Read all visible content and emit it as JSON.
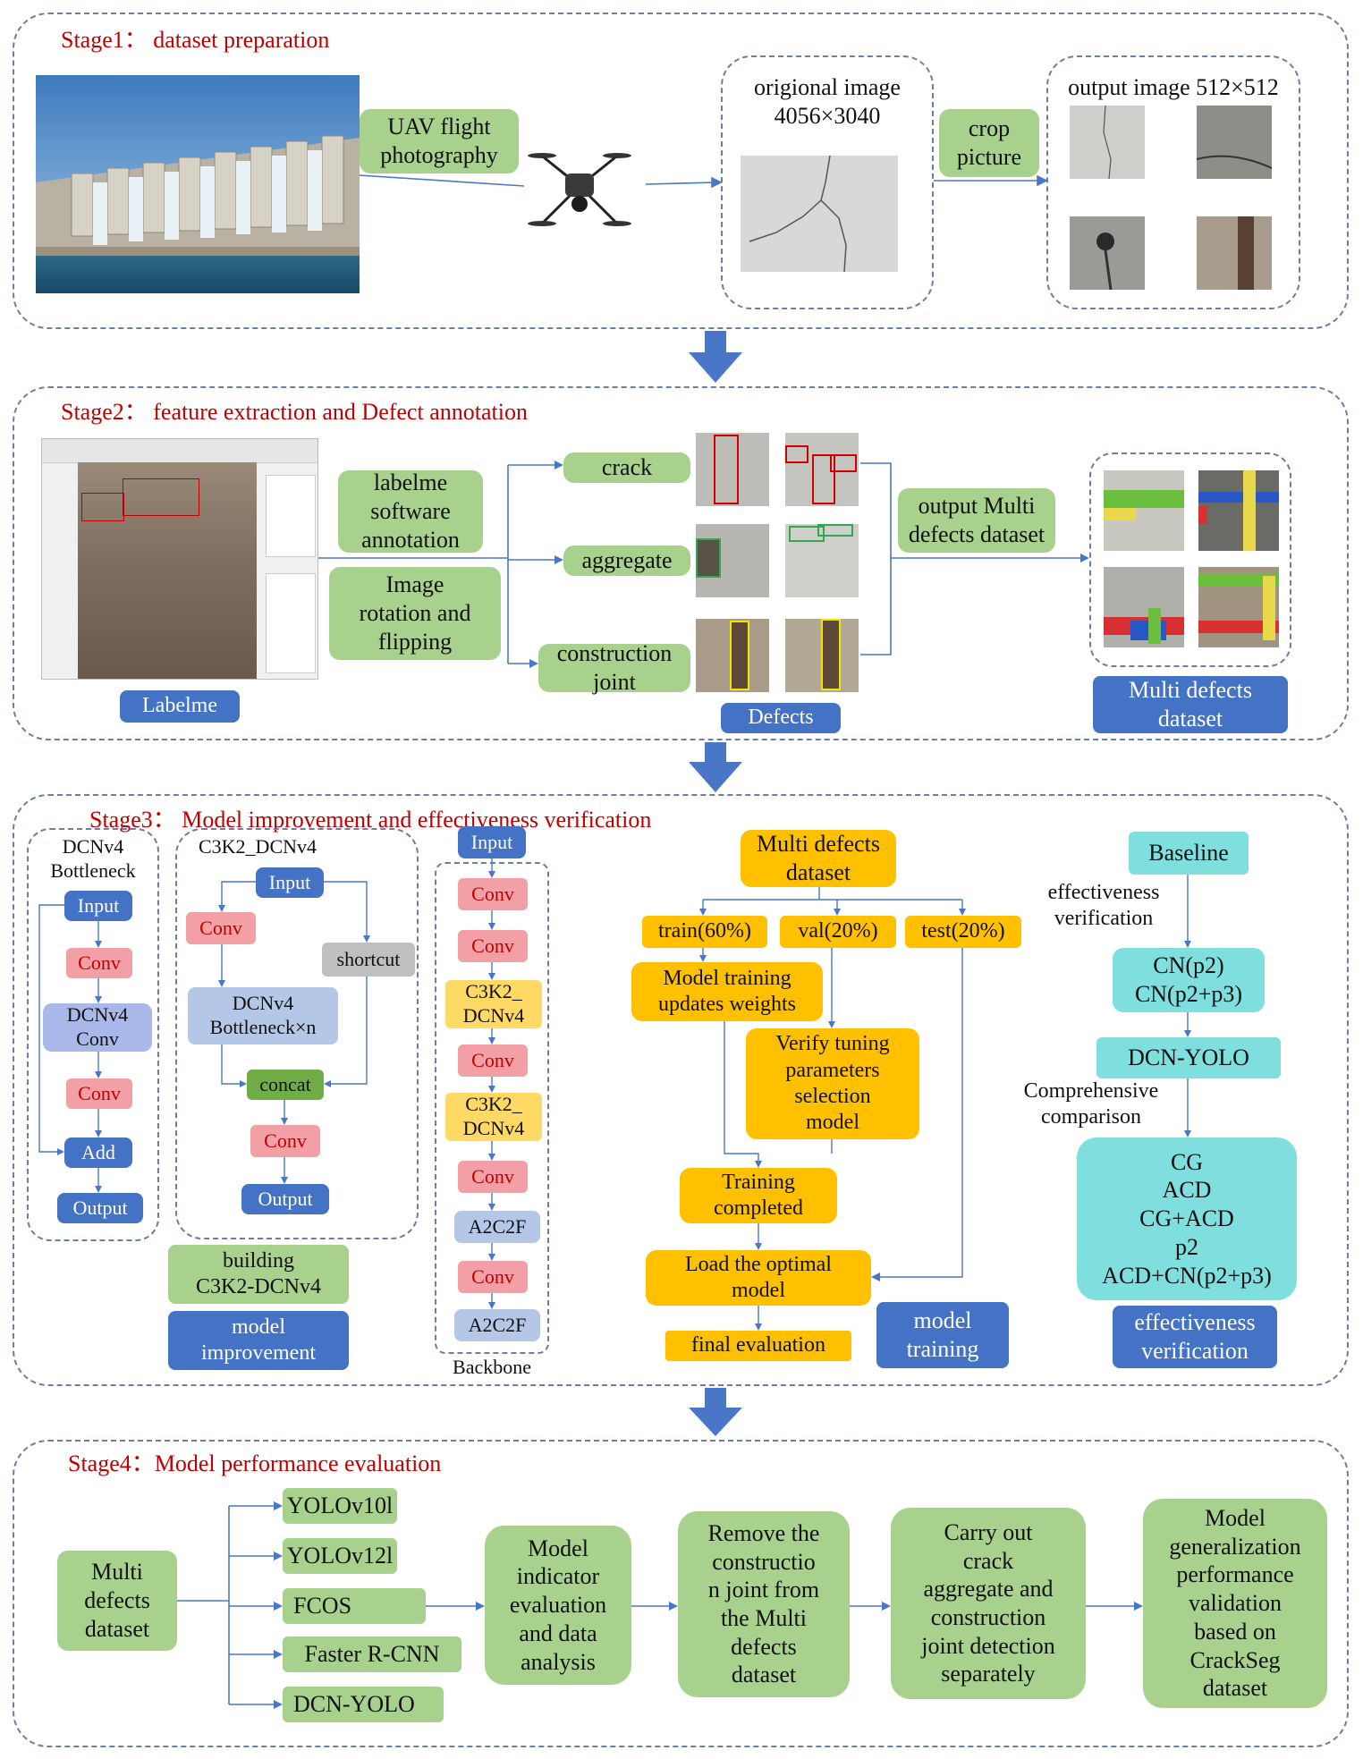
{
  "stage1": {
    "title": "Stage1： dataset preparation",
    "uav_label": "UAV flight\nphotography",
    "original_label": "origional image\n4056×3040",
    "crop_label": "crop\npicture",
    "output_label": "output image 512×512"
  },
  "stage2": {
    "title": "Stage2：  feature extraction and Defect annotation",
    "labelme_software": "labelme\nsoftware\nannotation",
    "rotation": "Image\nrotation and\nflipping",
    "labelme": "Labelme",
    "crack": "crack",
    "aggregate": "aggregate",
    "joint": "construction\njoint",
    "defects": "Defects",
    "output_multi": "output Multi\ndefects dataset",
    "multi_dataset": "Multi defects\ndataset"
  },
  "stage3": {
    "title": "Stage3：  Model improvement and effectiveness verification",
    "bottleneck": {
      "title": "DCNv4\nBottleneck",
      "input": "Input",
      "conv1": "Conv",
      "dcn": "DCNv4\nConv",
      "conv2": "Conv",
      "add": "Add",
      "output": "Output"
    },
    "c3k2": {
      "title": "C3K2_DCNv4",
      "input": "Input",
      "conv": "Conv",
      "shortcut": "shortcut",
      "bottleneck": "DCNv4\nBottleneck×n",
      "concat": "concat",
      "conv2": "Conv",
      "output": "Output"
    },
    "building": "building\nC3K2-DCNv4",
    "model_improvement": "model\nimprovement",
    "backbone": {
      "input": "Input",
      "layers": [
        "Conv",
        "Conv",
        "C3K2_\nDCNv4",
        "Conv",
        "C3K2_\nDCNv4",
        "Conv",
        "A2C2F",
        "Conv",
        "A2C2F"
      ],
      "label": "Backbone"
    },
    "training": {
      "dataset": "Multi defects\ndataset",
      "train": "train(60%)",
      "val": "val(20%)",
      "test": "test(20%)",
      "update": "Model training\nupdates weights",
      "verify": "Verify tuning\nparameters\nselection\nmodel",
      "completed": "Training\ncompleted",
      "load": "Load the optimal\nmodel",
      "final": "final evaluation",
      "label": "model\ntraining"
    },
    "verification": {
      "baseline": "Baseline",
      "eff_text": "effectiveness\nverification",
      "cn": "CN(p2)\nCN(p2+p3)",
      "dcn_yolo": "DCN-YOLO",
      "comp_text": "Comprehensive\ncomparison",
      "list": "CG\nACD\nCG+ACD\np2\nACD+CN(p2+p3)",
      "label": "effectiveness\nverification"
    }
  },
  "stage4": {
    "title": "Stage4：Model performance evaluation",
    "dataset": "Multi\ndefects\ndataset",
    "models": [
      "YOLOv10l",
      "YOLOv12l",
      "FCOS",
      "Faster R-CNN",
      "DCN-YOLO"
    ],
    "indicator": "Model\nindicator\nevaluation\nand data\nanalysis",
    "remove": "Remove the\nconstructio\nn joint from\nthe Multi\ndefects\ndataset",
    "carry": "Carry out\ncrack\naggregate and\nconstruction\njoint detection\nseparately",
    "generalization": "Model\ngeneralization\nperformance\nvalidation\nbased on\nCrackSeg\ndataset"
  },
  "colors": {
    "stage_title": "#c00000",
    "green": "#a9d18e",
    "blue": "#4472c4",
    "orange": "#ffc000",
    "cyan": "#7fdfdf",
    "pink": "#f2a0a6",
    "arrow": "#4a76c8"
  }
}
